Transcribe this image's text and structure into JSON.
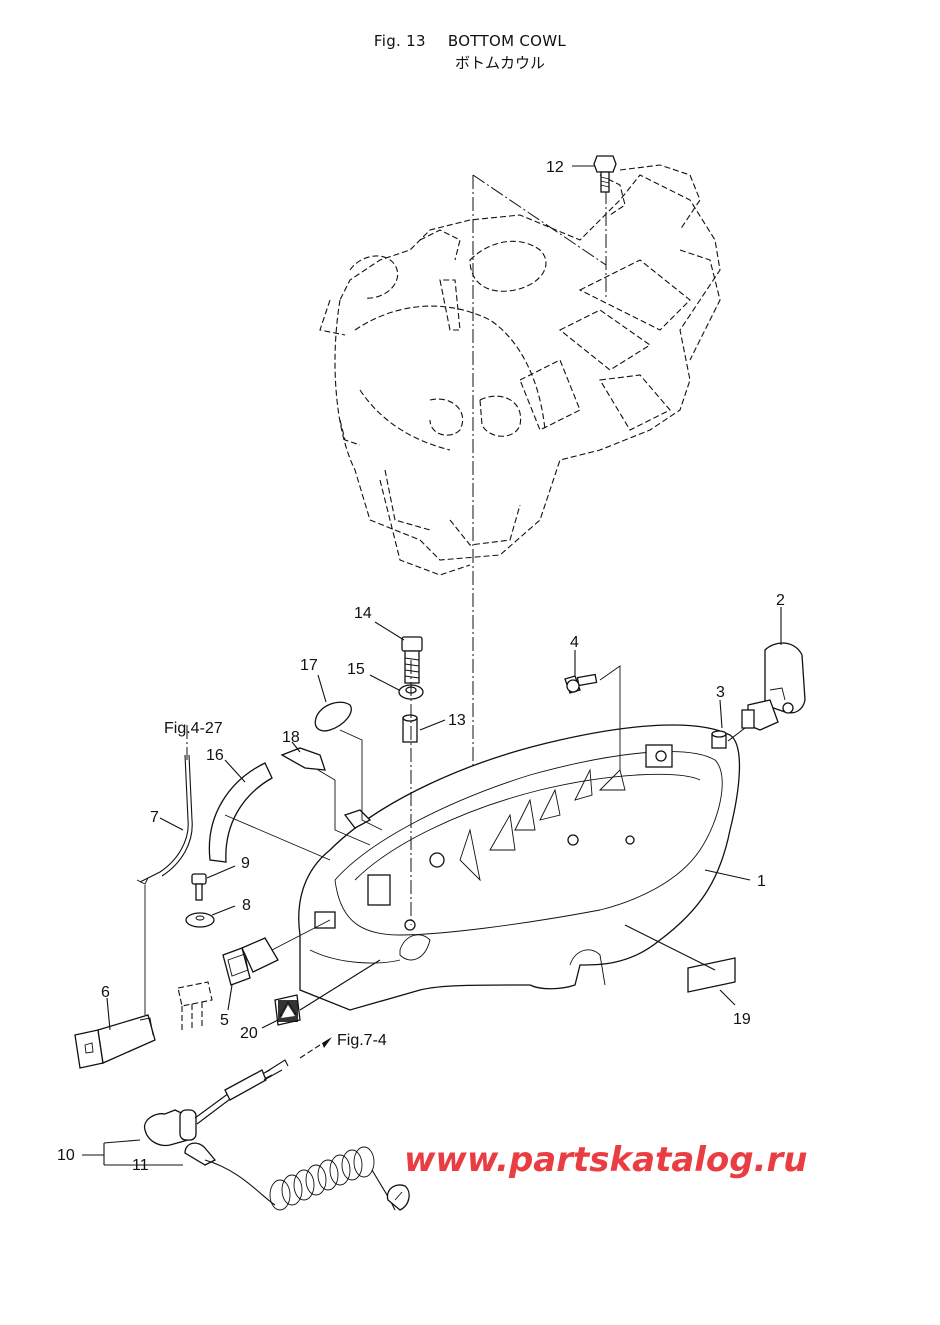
{
  "figure": {
    "number": "Fig. 13",
    "title": "BOTTOM COWL",
    "subtitle": "ボトムカウル"
  },
  "callouts": [
    {
      "id": "1",
      "label": "1"
    },
    {
      "id": "2",
      "label": "2"
    },
    {
      "id": "3",
      "label": "3"
    },
    {
      "id": "4",
      "label": "4"
    },
    {
      "id": "5",
      "label": "5"
    },
    {
      "id": "6",
      "label": "6"
    },
    {
      "id": "7",
      "label": "7"
    },
    {
      "id": "8",
      "label": "8"
    },
    {
      "id": "9",
      "label": "9"
    },
    {
      "id": "10",
      "label": "10"
    },
    {
      "id": "11",
      "label": "11"
    },
    {
      "id": "12",
      "label": "12"
    },
    {
      "id": "13",
      "label": "13"
    },
    {
      "id": "14",
      "label": "14"
    },
    {
      "id": "15",
      "label": "15"
    },
    {
      "id": "16",
      "label": "16"
    },
    {
      "id": "17",
      "label": "17"
    },
    {
      "id": "18",
      "label": "18"
    },
    {
      "id": "19",
      "label": "19"
    },
    {
      "id": "20",
      "label": "20"
    }
  ],
  "references": {
    "fig_4_27": "Fig.4-27",
    "fig_7_4": "Fig.7-4"
  },
  "watermark": "www.partskatalog.ru",
  "colors": {
    "line": "#111111",
    "watermark": "#ea3d41",
    "background": "#ffffff"
  }
}
